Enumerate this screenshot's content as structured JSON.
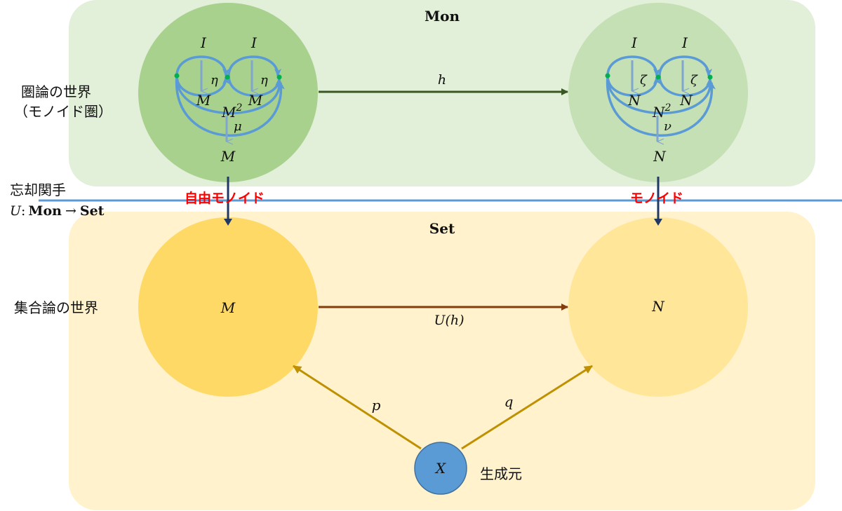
{
  "panels": {
    "mon": {
      "title": "Mon"
    },
    "set": {
      "title": "Set"
    }
  },
  "world_labels": {
    "category_line1": "圏論の世界",
    "category_line2": "（モノイド圏）",
    "set_world": "集合論の世界"
  },
  "functor": {
    "line1": "忘却関手",
    "U": "U",
    "colon": ":",
    "mon": "Mon",
    "arrow": "→",
    "set": "Set"
  },
  "monoid_left": {
    "unit_left": "I",
    "unit_right": "I",
    "eta1": "η",
    "eta2": "η",
    "m_left": "M",
    "m_right": "M",
    "m_squared": "M",
    "exp": "2",
    "mu": "μ",
    "m_bottom": "M"
  },
  "monoid_right": {
    "unit_left": "I",
    "unit_right": "I",
    "zeta1": "ζ",
    "zeta2": "ζ",
    "n_left": "N",
    "n_right": "N",
    "n_squared": "N",
    "exp": "2",
    "nu": "ν",
    "n_bottom": "N"
  },
  "morphisms": {
    "h": "h",
    "U_of_h": "U(h)",
    "p": "p",
    "q": "q"
  },
  "annotations": {
    "free_monoid": "自由モノイド",
    "monoid": "モノイド",
    "generator": "生成元"
  },
  "sets": {
    "M": "M",
    "N": "N",
    "X": "X"
  },
  "colors": {
    "mon_panel": "#e2efd9",
    "set_panel": "#fff2cc",
    "mon_circle_left": "#a9d18e",
    "mon_circle_right": "#c5e0b4",
    "set_circle_left": "#ffd966",
    "set_circle_right": "#ffe699",
    "x_circle": "#5b9bd5",
    "monoid_arrows": "#5b9bd5",
    "h_arrow": "#385723",
    "uh_arrow": "#843c0c",
    "pq_arrows": "#bf9000",
    "functor_arrows": "#1f3864",
    "divider": "#5b9bd5",
    "red_text": "#ff0000"
  }
}
